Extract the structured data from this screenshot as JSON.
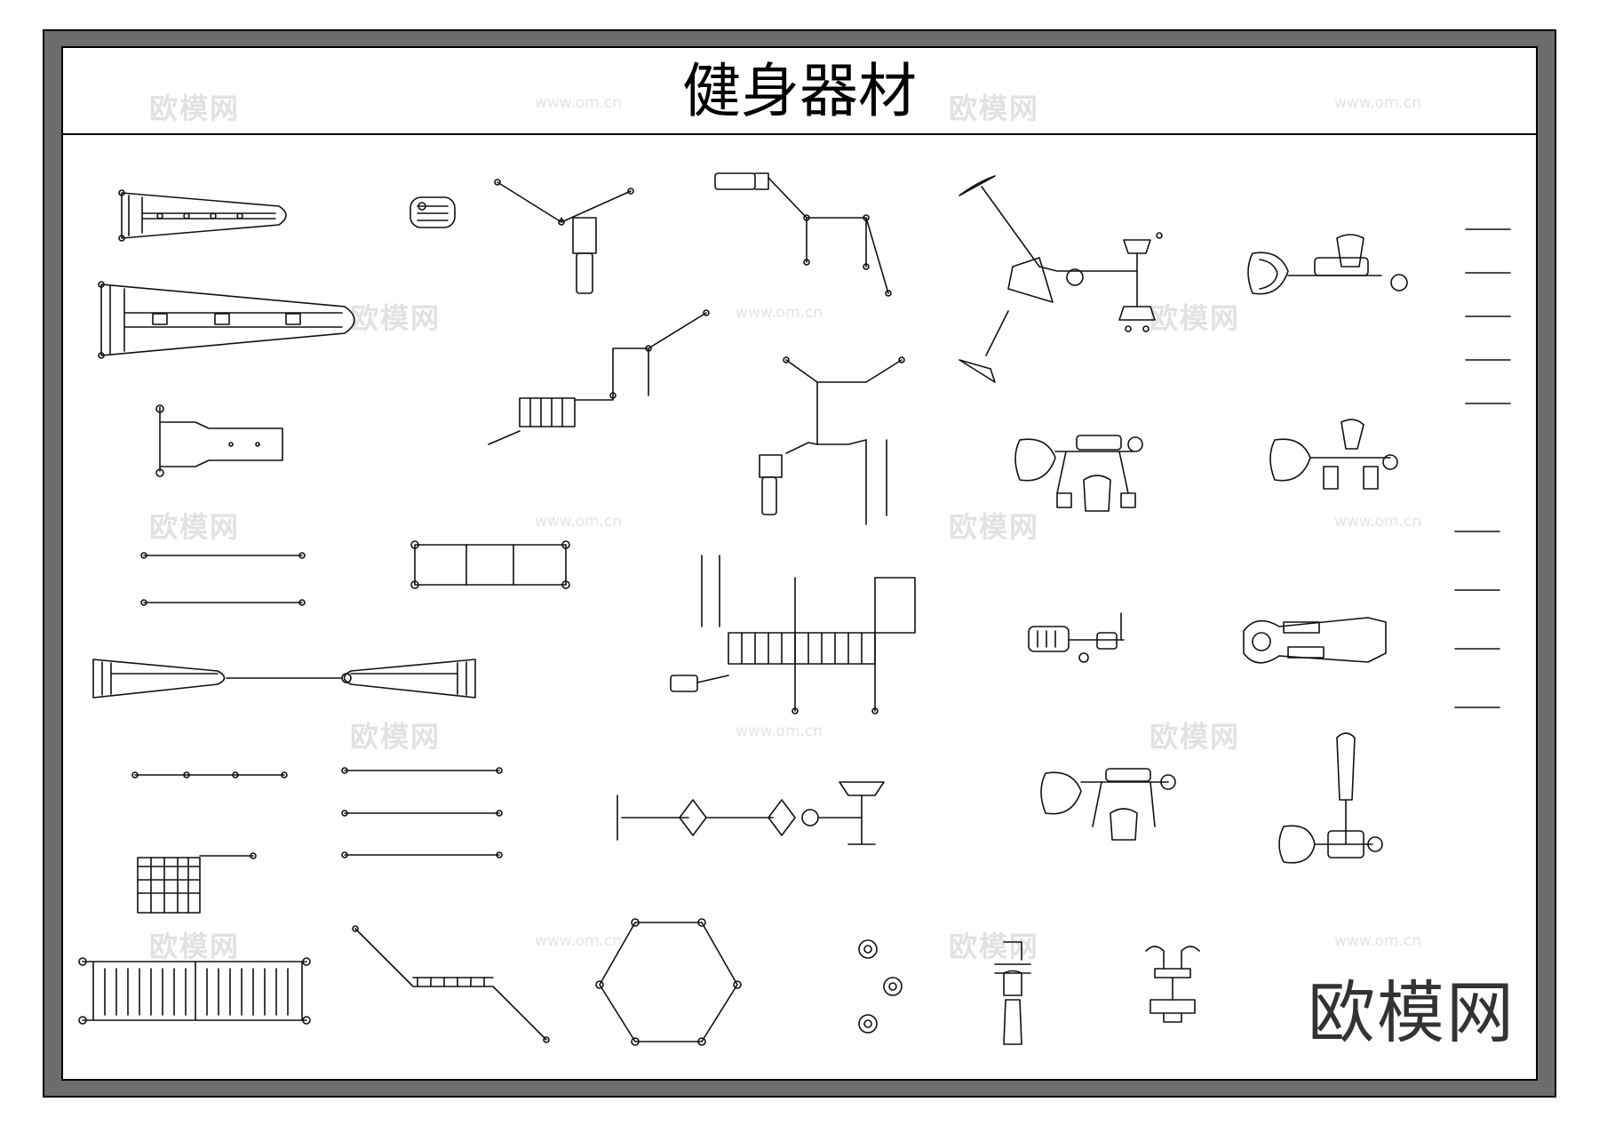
{
  "sheet": {
    "title": "健身器材"
  },
  "watermark": {
    "brand": "欧模网",
    "url": "www.om.cn"
  },
  "logo": {
    "text": "欧模网"
  }
}
